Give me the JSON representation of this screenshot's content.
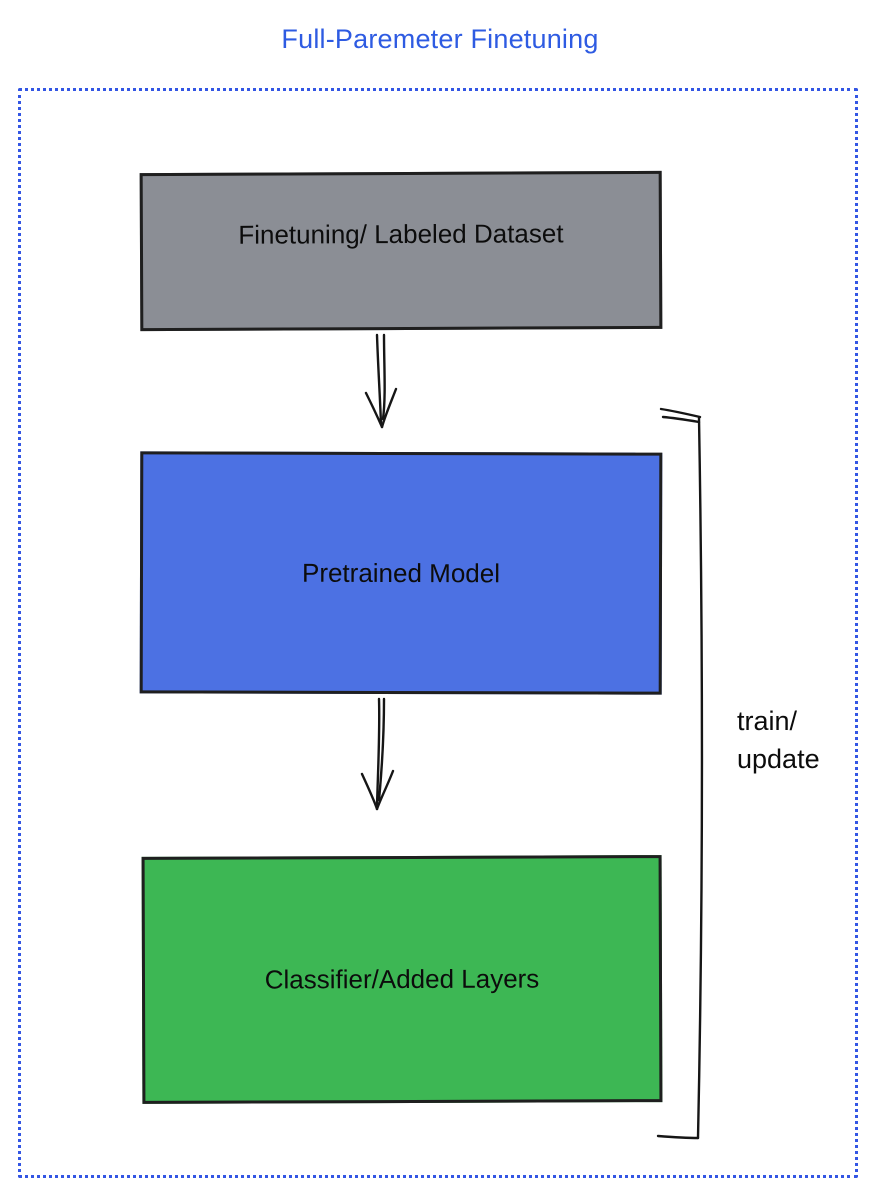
{
  "title": "Full-Paremeter Finetuning",
  "diagram": {
    "boxes": [
      {
        "id": "dataset",
        "label": "Finetuning/ Labeled Dataset",
        "fill": "#8b8e95"
      },
      {
        "id": "pretrained",
        "label": "Pretrained Model",
        "fill": "#4c71e3"
      },
      {
        "id": "classifier",
        "label": "Classifier/Added Layers",
        "fill": "#3db754"
      }
    ],
    "bracket_label_line1": "train/",
    "bracket_label_line2": "update"
  },
  "colors": {
    "title_text": "#2e5be2",
    "dotted_border": "#3356e4",
    "outline_stroke": "#161616",
    "dataset_fill": "#8b8e95",
    "pretrained_fill": "#4c71e3",
    "classifier_fill": "#3db754"
  }
}
